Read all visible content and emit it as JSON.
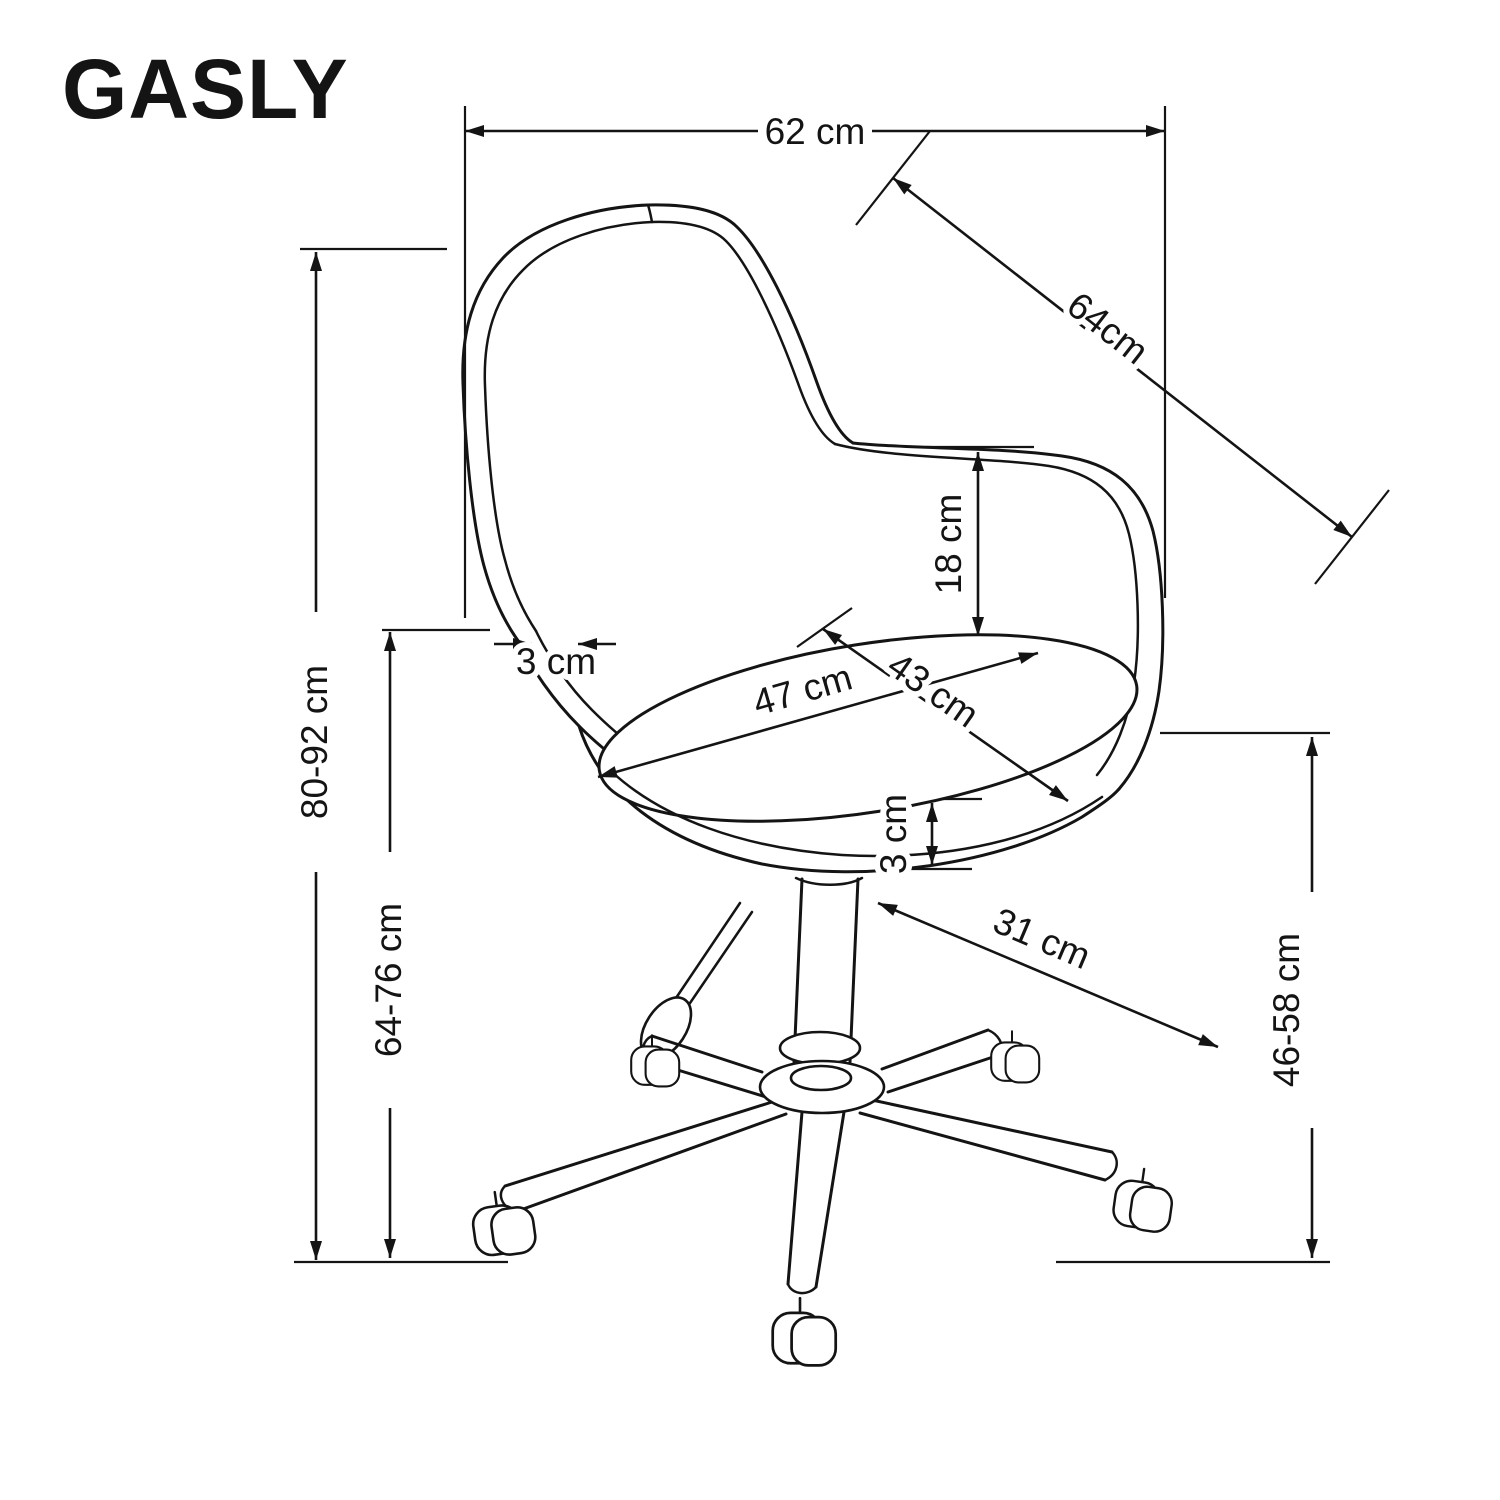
{
  "title": "GASLY",
  "colors": {
    "line": "#141414",
    "background": "#ffffff"
  },
  "dimensions": {
    "overall_width": {
      "label": "62 cm"
    },
    "seat_depth_diagonal": {
      "label": "64cm"
    },
    "backrest_to_seat": {
      "label": "18 cm"
    },
    "backrest_shell_thickness": {
      "label": "3 cm"
    },
    "seat_width": {
      "label": "47 cm"
    },
    "seat_depth": {
      "label": "43 cm"
    },
    "seat_cushion_thickness": {
      "label": "3 cm"
    },
    "base_leg_reach": {
      "label": "31 cm"
    },
    "overall_height_range": {
      "label": "80-92 cm"
    },
    "backrest_height_range": {
      "label": "64-76 cm"
    },
    "seat_height_range": {
      "label": "46-58 cm"
    }
  }
}
